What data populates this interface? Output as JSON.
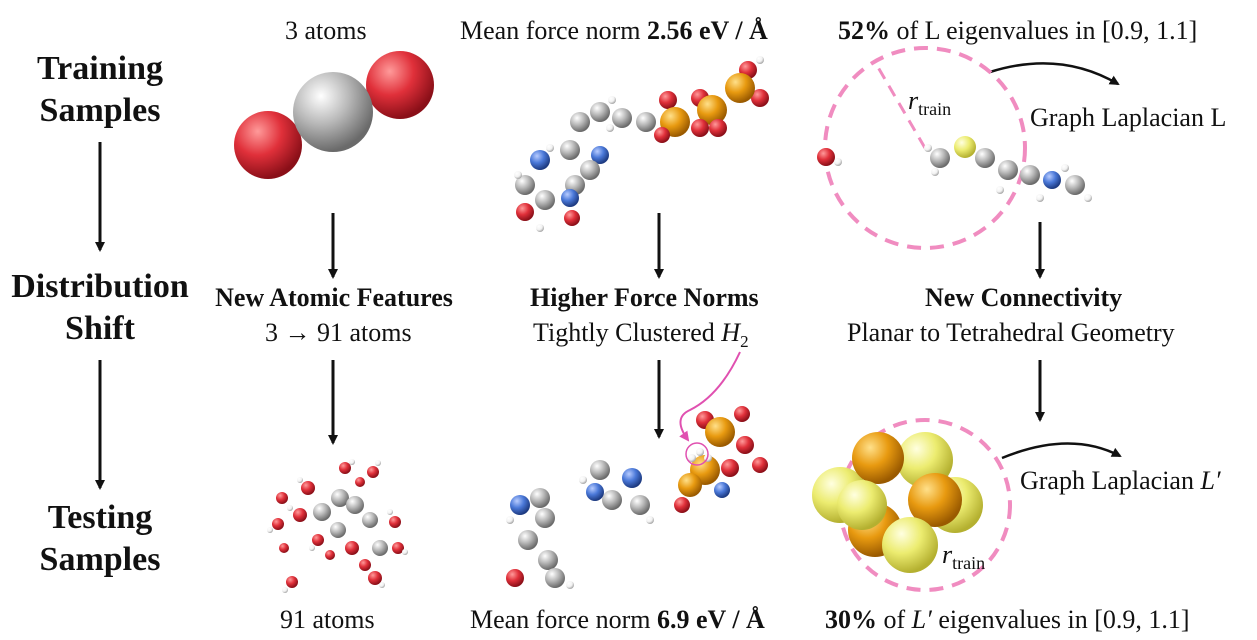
{
  "rows": {
    "train_line1": "Training",
    "train_line2": "Samples",
    "shift_line1": "Distribution",
    "shift_line2": "Shift",
    "test_line1": "Testing",
    "test_line2": "Samples"
  },
  "col1": {
    "top": "3 atoms",
    "shift_title": "New Atomic Features",
    "shift_sub": "3 → 91 atoms",
    "bottom": "91 atoms"
  },
  "col2": {
    "top_pre": "Mean force norm ",
    "top_value": "2.56 eV / Å",
    "shift_title": "Higher Force Norms",
    "shift_sub_pre": "Tightly Clustered ",
    "shift_sub_sym": "H",
    "shift_sub_sub": "2",
    "bottom_pre": "Mean force norm ",
    "bottom_value": "6.9 eV / Å"
  },
  "col3": {
    "top_pct": "52%",
    "top_mid": " of L eigenvalues in [0.9, 1.1]",
    "r_sym": "r",
    "r_sub": "train",
    "lap_top": "Graph Laplacian L",
    "shift_title": "New Connectivity",
    "shift_sub": "Planar to Tetrahedral Geometry",
    "lap_bottom_pre": "Graph Laplacian ",
    "lap_bottom_sym": "L′",
    "bottom_pct": "30%",
    "bottom_pre": " of ",
    "bottom_sym": "L′",
    "bottom_post": " eigenvalues in [0.9, 1.1]"
  },
  "colors": {
    "oxygen": "#e0303a",
    "carbon": "#b8b8b8",
    "nitrogen": "#4a78d8",
    "hydrogen": "#f2f2f2",
    "phosphorus": "#e89a10",
    "sulfur": "#ecec70",
    "radius_circle": "#f08cc0"
  }
}
